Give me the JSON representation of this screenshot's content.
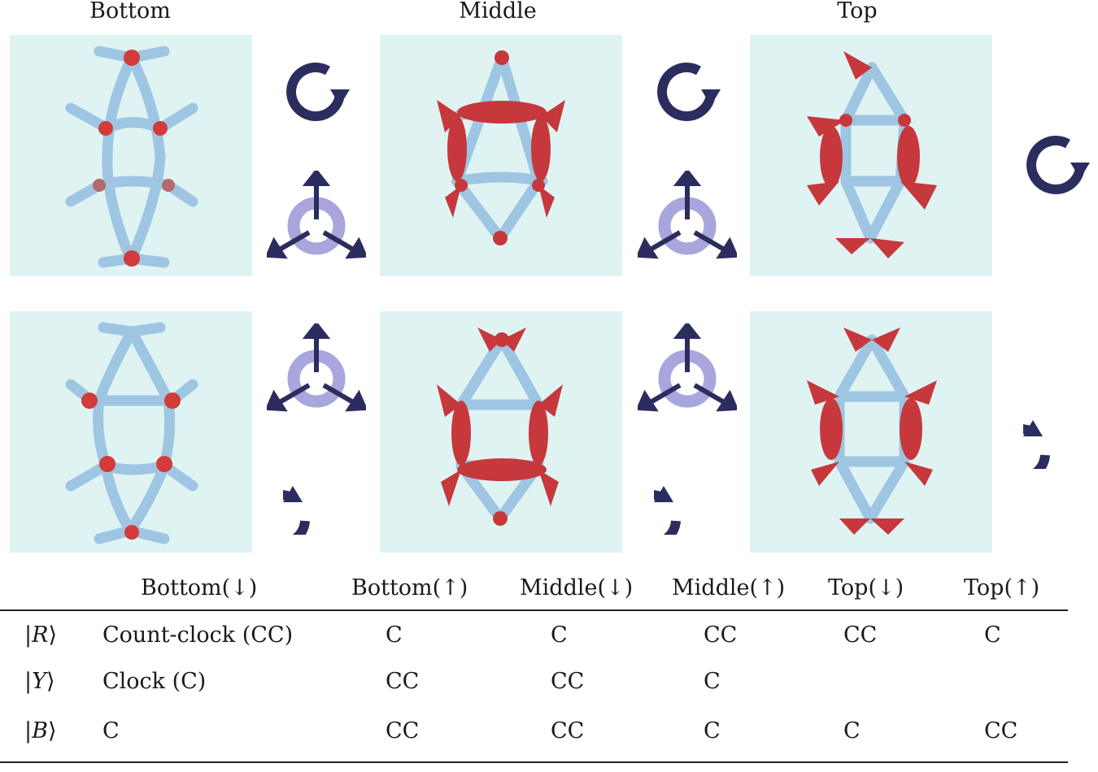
{
  "columns": [
    "Bottom",
    "Middle",
    "Top"
  ],
  "table": {
    "headers": [
      "Bottom(↓)",
      "Bottom(↑)",
      "Middle(↓)",
      "Middle(↑)",
      "Top(↓)",
      "Top(↑)"
    ],
    "rows": [
      {
        "state_letter": "R",
        "cells": [
          "Count-clock (CC)",
          "C",
          "C",
          "CC",
          "CC",
          "C"
        ]
      },
      {
        "state_letter": "Y",
        "cells": [
          "Clock (C)",
          "CC",
          "CC",
          "C",
          "",
          ""
        ]
      },
      {
        "state_letter": "B",
        "cells": [
          "C",
          "CC",
          "CC",
          "C",
          "C",
          "CC"
        ]
      }
    ]
  },
  "colors": {
    "panel_bg": "#dff3f3",
    "icon_navy": "#2b2d5e",
    "icon_ring": "#a9a6dd",
    "strut": "#9ec6e3",
    "node": "#d33a3a"
  },
  "icons": {
    "row1": [
      "rotate-clockwise-icon",
      "rotate-clockwise-icon",
      "rotate-clockwise-icon"
    ],
    "row2": [
      "rotate-counterclockwise-icon",
      "rotate-counterclockwise-icon",
      "rotate-counterclockwise-icon"
    ],
    "tripod": "three-arrow-tripod-icon"
  }
}
